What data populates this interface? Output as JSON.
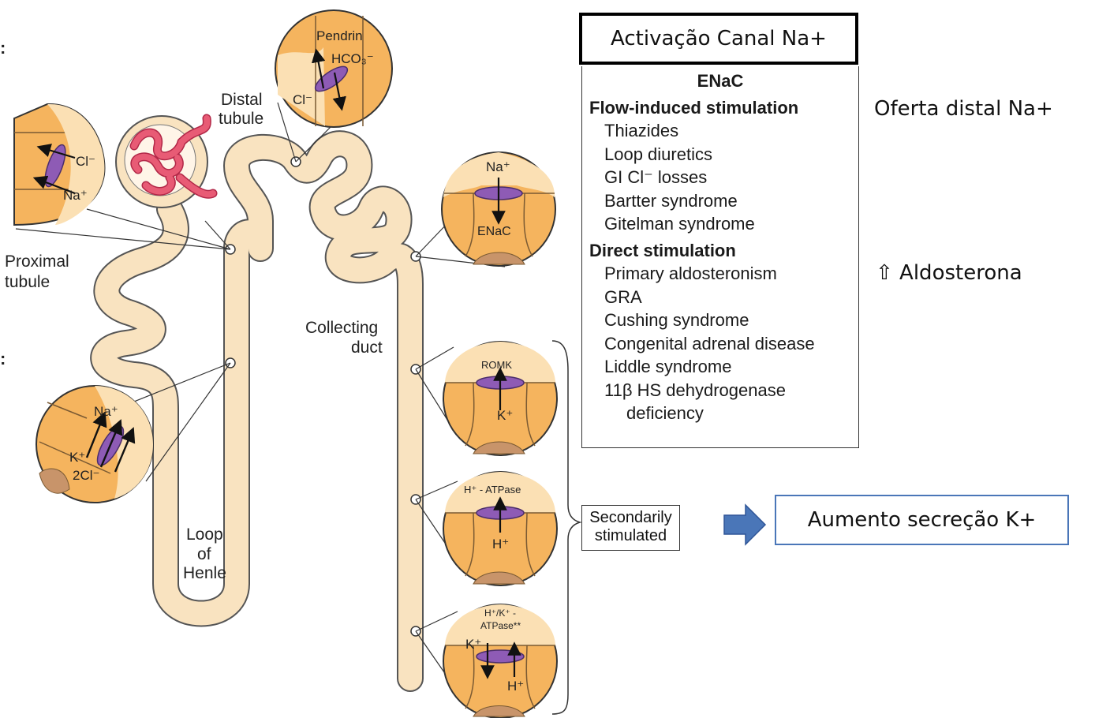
{
  "diagram": {
    "labels": {
      "distal_tubule_1": "Distal",
      "distal_tubule_2": "tubule",
      "proximal_tubule_1": "Proximal",
      "proximal_tubule_2": "tubule",
      "collecting_duct_1": "Collecting",
      "collecting_duct_2": "duct",
      "loop_1": "Loop",
      "loop_2": "of",
      "loop_3": "Henle",
      "edge_a": ":",
      "edge_b": ":"
    },
    "cells": {
      "pendrin": {
        "title": "Pendrin",
        "ion1": "HCO₃⁻",
        "ion2": "Cl⁻"
      },
      "proximal": {
        "ion1": "Cl⁻",
        "ion2": "Na⁺"
      },
      "enac": {
        "ion": "Na⁺",
        "channel": "ENaC"
      },
      "nkcc": {
        "ion1": "Na⁺",
        "ion2": "K⁺",
        "ion3": "2Cl⁻"
      },
      "romk": {
        "channel": "ROMK",
        "ion": "K⁺"
      },
      "h_atpase": {
        "channel": "H⁺ - ATPase",
        "ion": "H⁺"
      },
      "hk_atpase": {
        "channel1": "H⁺/K⁺ -",
        "channel2": "ATPase**",
        "ion1": "K⁺",
        "ion2": "H⁺"
      }
    }
  },
  "callout": {
    "title": "Activação Canal Na+"
  },
  "enac_table": {
    "header": "ENaC",
    "flow_title": "Flow-induced stimulation",
    "flow_items": [
      "Thiazides",
      "Loop diuretics",
      "GI Cl⁻ losses",
      "Bartter syndrome",
      "Gitelman syndrome"
    ],
    "direct_title": "Direct stimulation",
    "direct_items": [
      "Primary aldosteronism",
      "GRA",
      "Cushing syndrome",
      "Congenital adrenal disease",
      "Liddle syndrome",
      "11β  HS dehydrogenase"
    ],
    "direct_cont": "deficiency"
  },
  "side_notes": {
    "oferta": "Oferta distal Na+",
    "aldosterona": "⇧ Aldosterona"
  },
  "secondary": {
    "line1": "Secondarily",
    "line2": "stimulated"
  },
  "result": {
    "label": "Aumento secreção K+"
  },
  "colors": {
    "tubule": "#f9e3c0",
    "cell": "#f5b45e",
    "cell_light": "#fbe0b4",
    "channel": "#8e5bb5",
    "glomerulus": "#e85b75",
    "nucleus": "#c8946a",
    "arrow_blue": "#4a76b8"
  }
}
